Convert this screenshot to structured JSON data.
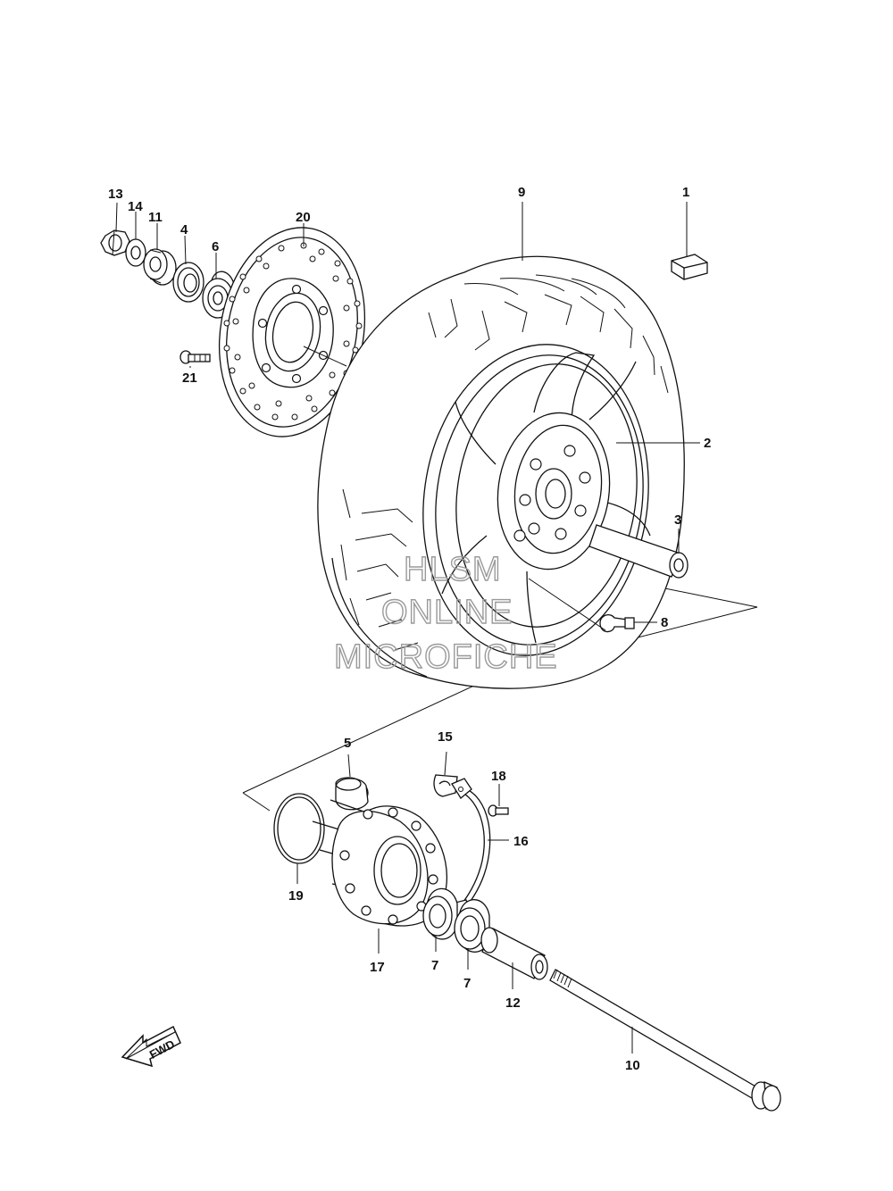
{
  "watermark": {
    "line1": "HLSM",
    "line2": "ONLINE",
    "line3": "MICROFICHE"
  },
  "direction_badge": {
    "label": "FWD"
  },
  "callouts": [
    "13",
    "14",
    "11",
    "4",
    "6",
    "20",
    "21",
    "9",
    "1",
    "2",
    "3",
    "8",
    "5",
    "15",
    "18",
    "16",
    "19",
    "17",
    "7",
    "7",
    "12",
    "10"
  ]
}
